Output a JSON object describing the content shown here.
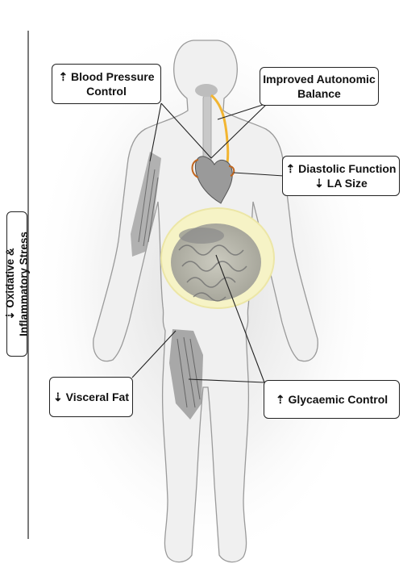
{
  "callouts": {
    "blood_pressure": {
      "line1": "⇡ Blood Pressure",
      "line2": "Control"
    },
    "autonomic": {
      "line1": "Improved Autonomic",
      "line2": "Balance"
    },
    "diastolic": {
      "line1": "⇡ Diastolic Function",
      "line2": "⇣ LA Size"
    },
    "visceral_fat": {
      "line1": "⇣ Visceral Fat"
    },
    "glycaemic": {
      "line1": "⇡ Glycaemic Control"
    }
  },
  "side_label": {
    "line1": "⇣ Oxidative &",
    "line2": "Inflammatory Stress"
  },
  "colors": {
    "body_fill": "#f0f0f0",
    "body_stroke": "#9a9a9a",
    "nerve": "#f2b531",
    "heart_vessel": "#c0651e",
    "visceral_halo": "#f6f3c6",
    "line": "#222222"
  }
}
